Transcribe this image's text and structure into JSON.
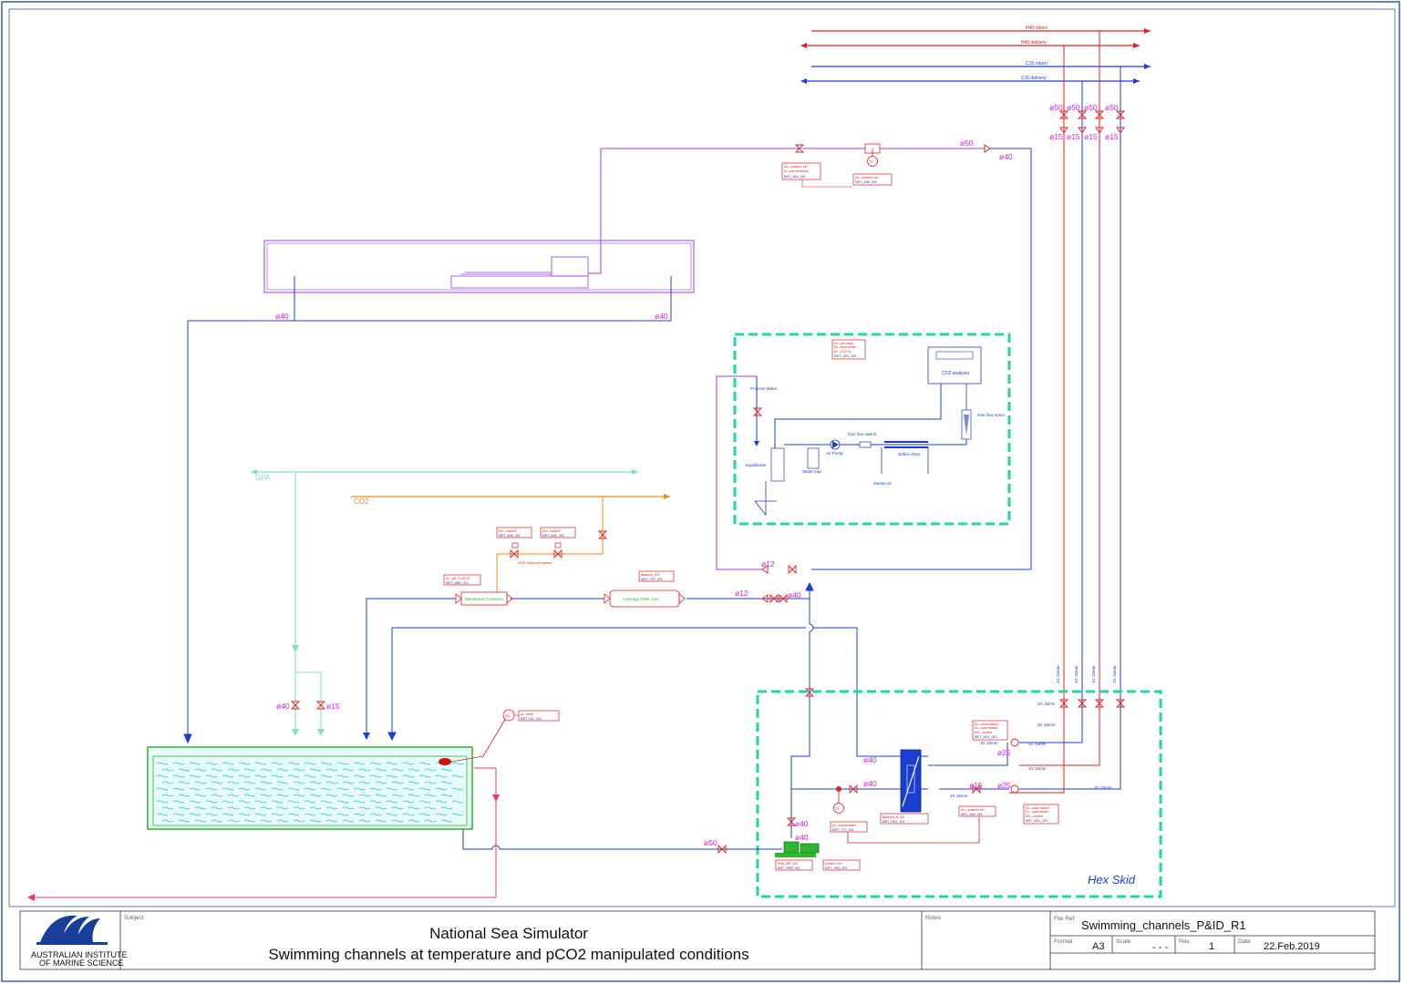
{
  "header_lines": [
    {
      "label": "H40 return",
      "color": "#e02020"
    },
    {
      "label": "H40 delivery",
      "color": "#e02020"
    },
    {
      "label": "C15 return",
      "color": "#1a3fd0"
    },
    {
      "label": "C15 delivery",
      "color": "#1a3fd0"
    }
  ],
  "gas_lines": {
    "gpa": "GPA",
    "co2": "CO2"
  },
  "sizes": {
    "d50": "ø50",
    "d40": "ø40",
    "d15": "ø15",
    "d25": "ø25",
    "d12": "ø12",
    "jg": "JG 15mm"
  },
  "co2_skid": {
    "analyser": "CO2 analyser",
    "process_water": "Process Water",
    "gas_flow_meter": "Gas flow meter",
    "gas_flow_switch": "Gas flow switch",
    "air_pump": "Air Pump",
    "water_trap": "Water trap",
    "equilibrator": "Equilibrator",
    "nafion_dryer": "Nafion dryer",
    "sweep_air": "Sweep air"
  },
  "components": {
    "membrane_contactor": "Membrane Contactor",
    "cartridge_filter": "Cartridge Filter 1um",
    "co2_solenoid": "CO2 Solenoid valves",
    "hex_skid": "Hex Skid",
    "level_sensor": "LS",
    "temp_transmitter": "TT"
  },
  "tags": {
    "t1": [
      "A0—position ctrl",
      "A—pos feedback",
      "MST_AAV_001"
    ],
    "t2": [
      "A0—position ctrl",
      "MST_AAV_001"
    ],
    "t3": [
      "DI—pos stop",
      "DI—fault switch",
      "AI—CO2 %",
      "MST_ADV_002"
    ],
    "t4": [
      "DO—control",
      "MST_AAV_001"
    ],
    "t5": [
      "DO—control",
      "MST_AAV_002"
    ],
    "t6": [
      "Balance_001",
      "MST_CFF_001"
    ],
    "t7": [
      "AI—pH_CL25_B",
      "MST_MBC_001"
    ],
    "t8": [
      "AI—level",
      "MST_LVL_001"
    ],
    "t9": [
      "DI—close switch",
      "DI—open switch",
      "DO—control",
      "MST_ADV_002"
    ],
    "t10": [
      "DI—close switch",
      "DI—open switch",
      "DO—control",
      "MST_ADV_001"
    ],
    "t11": [
      "A0—position ctrl",
      "MST_AAV_001"
    ],
    "t12": [
      "Balance_B_001",
      "MST_HEX_001"
    ],
    "t13": [
      "AI—temperature",
      "MST_TTT_001"
    ],
    "t14": [
      "RBD_MP_001",
      "MST_PMP_001"
    ],
    "t15": [
      "position ctrl",
      "MST_VSD_001"
    ]
  },
  "title_block": {
    "logo_line1": "AUSTRALIAN INSTITUTE",
    "logo_line2": "OF MARINE SCIENCE",
    "subject_label": "Subject",
    "title1": "National Sea Simulator",
    "title2": "Swimming channels at temperature and pCO2 manipulated conditions",
    "notes_label": "Notes",
    "file_ref_label": "File Ref",
    "file_ref": "Swimming_channels_P&ID_R1",
    "format_label": "Format",
    "format": "A3",
    "scale_label": "Scale",
    "scale": "- - -",
    "rev_label": "Rev.",
    "rev": "1",
    "date_label": "Date",
    "date": "22.Feb.2019"
  },
  "colors": {
    "delivery": "#e02020",
    "chilled": "#1a3fd0",
    "tank_outline": "#2fb52f",
    "tank_water": "#20c8c8",
    "gpa": "#7ee0c0",
    "co2": "#f08a20",
    "channel": "#9a3fe0",
    "skid_border": "#1fd8a0",
    "valve": "#e02020",
    "size_label": "#e020e0",
    "drain": "#f03080"
  }
}
